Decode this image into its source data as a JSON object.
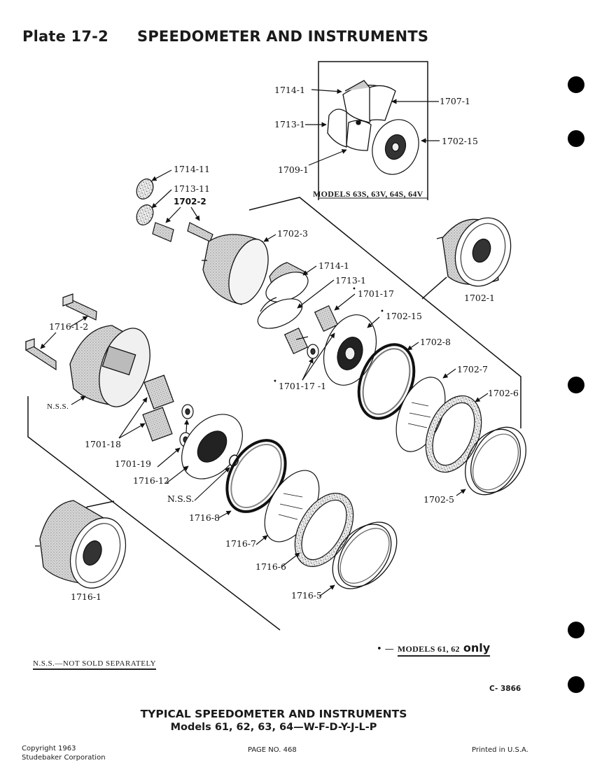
{
  "header": {
    "plate": "Plate 17-2",
    "title": "SPEEDOMETER AND INSTRUMENTS"
  },
  "inset": {
    "caption": "MODELS 63S, 63V, 64S, 64V",
    "labels": {
      "p1714_1": "1714-1",
      "p1707_1": "1707-1",
      "p1713_1": "1713-1",
      "p1702_15": "1702-15",
      "p1709_1": "1709-1"
    }
  },
  "parts": {
    "p1714_11": "1714-11",
    "p1713_11": "1713-11",
    "p1702_2": "1702-2",
    "p1702_3": "1702-3",
    "p1714_1": "1714-1",
    "p1713_1": "1713-1",
    "p1701_17": "1701-17",
    "p1702_15": "1702-15",
    "p1702_1": "1702-1",
    "p1702_8": "1702-8",
    "p1702_7": "1702-7",
    "p1702_6": "1702-6",
    "p1702_5": "1702-5",
    "p1701_17_1": "1701-17 -1",
    "p1716_1_2": "1716-1-2",
    "nss_housing": "N.S.S.",
    "p1701_18": "1701-18",
    "p1701_19": "1701-19",
    "p1716_12": "1716-12",
    "nss_bulb": "N.S.S.",
    "p1716_8": "1716-8",
    "p1716_7": "1716-7",
    "p1716_6": "1716-6",
    "p1716_5": "1716-5",
    "p1716_1": "1716-1"
  },
  "bullet_marker": "•",
  "notes": {
    "nss": "N.S.S.—NOT SOLD SEPARATELY",
    "models_only_prefix": "• —",
    "models_only_models": "MODELS 61, 62",
    "models_only_suffix": "only",
    "drawing_no": "C- 3866"
  },
  "footer": {
    "caption_line1": "TYPICAL SPEEDOMETER AND INSTRUMENTS",
    "caption_line2": "Models 61, 62, 63, 64—W-F-D-Y-J-L-P",
    "copyright_line1": "Copyright 1963",
    "copyright_line2": "Studebaker Corporation",
    "page_no": "PAGE NO. 468",
    "printed": "Printed in U.S.A."
  },
  "binder_holes": 5
}
